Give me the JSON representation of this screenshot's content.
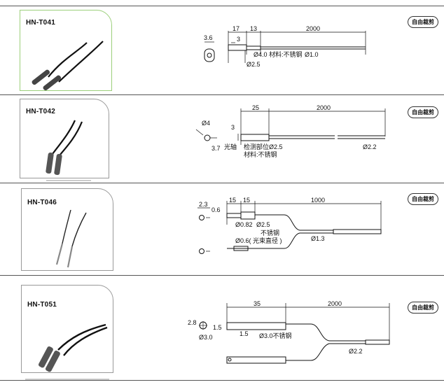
{
  "products": [
    {
      "model": "HN-T041",
      "badge": "自由裁剪",
      "dims": {
        "d1": "17",
        "d2": "13",
        "d3": "2000",
        "d4": "3.6",
        "d5": "3",
        "d6": "Ø4.0 材料:不锈钢",
        "d7": "Ø1.0",
        "d8": "Ø2.5"
      }
    },
    {
      "model": "HN-T042",
      "badge": "自由裁剪",
      "dims": {
        "d1": "25",
        "d2": "2000",
        "d3": "Ø4",
        "d4": "3",
        "d5": "3.7",
        "d6": "光轴",
        "d7": "检测部位Ø2.5",
        "d8": "材料:不锈钢",
        "d9": "Ø2.2"
      }
    },
    {
      "model": "HN-T046",
      "badge": "自由裁剪",
      "dims": {
        "d1": "2.3",
        "d2": "0.6",
        "d3": "15",
        "d4": "15",
        "d5": "1000",
        "d6": "Ø0.82",
        "d7": "Ø2.5",
        "d8": "不锈钢",
        "d9": "Ø0.6( 光束直径 )",
        "d10": "Ø1.3"
      }
    },
    {
      "model": "HN-T051",
      "badge": "自由裁剪",
      "dims": {
        "d1": "35",
        "d2": "2000",
        "d3": "2.8",
        "d4": "Ø3.0",
        "d5": "1.5",
        "d6": "1.5",
        "d7": "Ø3.0不锈钢",
        "d8": "Ø2.2"
      }
    }
  ]
}
